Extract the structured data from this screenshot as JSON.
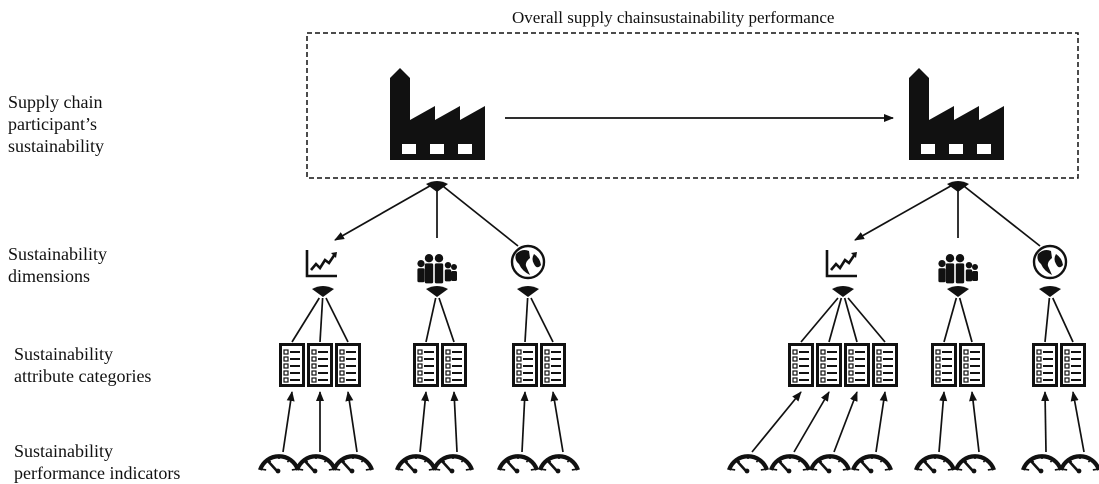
{
  "title": "Overall supply chainsustainability performance",
  "levels": {
    "participant": "Supply chain\nparticipant’s\nsustainability",
    "dimensions": "Sustainability\ndimensions",
    "categories": "Sustainability\nattribute categories",
    "indicators": "Sustainability\nperformance indicators"
  },
  "icons": {
    "participant": "factory-icon",
    "dimension_economic": "line-chart-icon",
    "dimension_social": "family-icon",
    "dimension_environmental": "globe-icon",
    "category": "checklist-icon",
    "indicator": "gauge-icon",
    "aggregator": "aggregation-node-icon"
  },
  "colors": {
    "ink": "#111111",
    "background": "#ffffff"
  }
}
